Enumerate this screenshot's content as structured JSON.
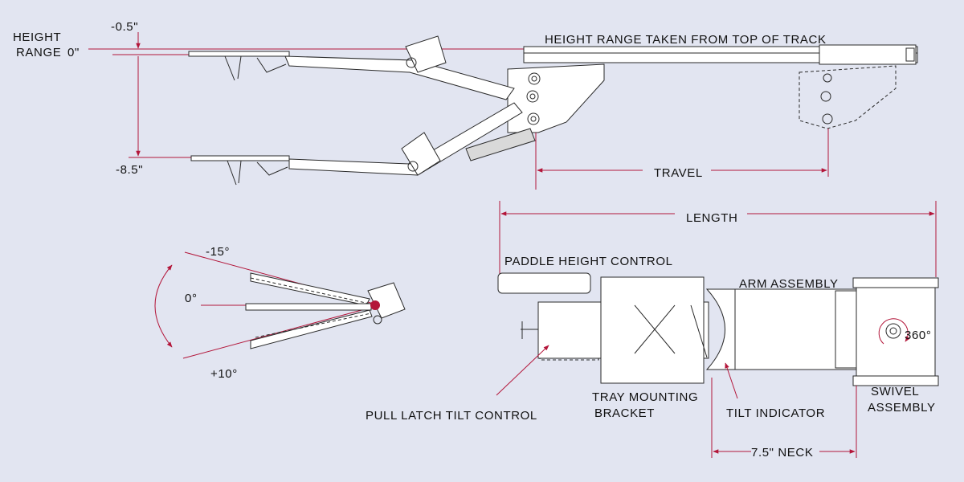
{
  "labels": {
    "height_range": "HEIGHT",
    "height_range_2": "RANGE",
    "zero": "0\"",
    "minus_half": "-0.5\"",
    "minus_eight_half": "-8.5\"",
    "top_of_track": "HEIGHT RANGE TAKEN FROM TOP OF TRACK",
    "travel": "TRAVEL",
    "length": "LENGTH",
    "paddle_height_control": "PADDLE HEIGHT CONTROL",
    "arm_assembly": "ARM ASSEMBLY",
    "tilt_minus": "-15°",
    "tilt_zero": "0°",
    "tilt_plus": "+10°",
    "swivel_degrees": "360°",
    "pull_latch": "PULL LATCH TILT CONTROL",
    "tray_mounting": "TRAY MOUNTING",
    "tray_mounting_2": "BRACKET",
    "tilt_indicator": "TILT INDICATOR",
    "swivel": "SWIVEL",
    "swivel_2": "ASSEMBLY",
    "neck": "7.5\" NECK"
  },
  "colors": {
    "background": "#e2e5f1",
    "dimension_red": "#b3163a",
    "line": "#2a2a2a"
  }
}
